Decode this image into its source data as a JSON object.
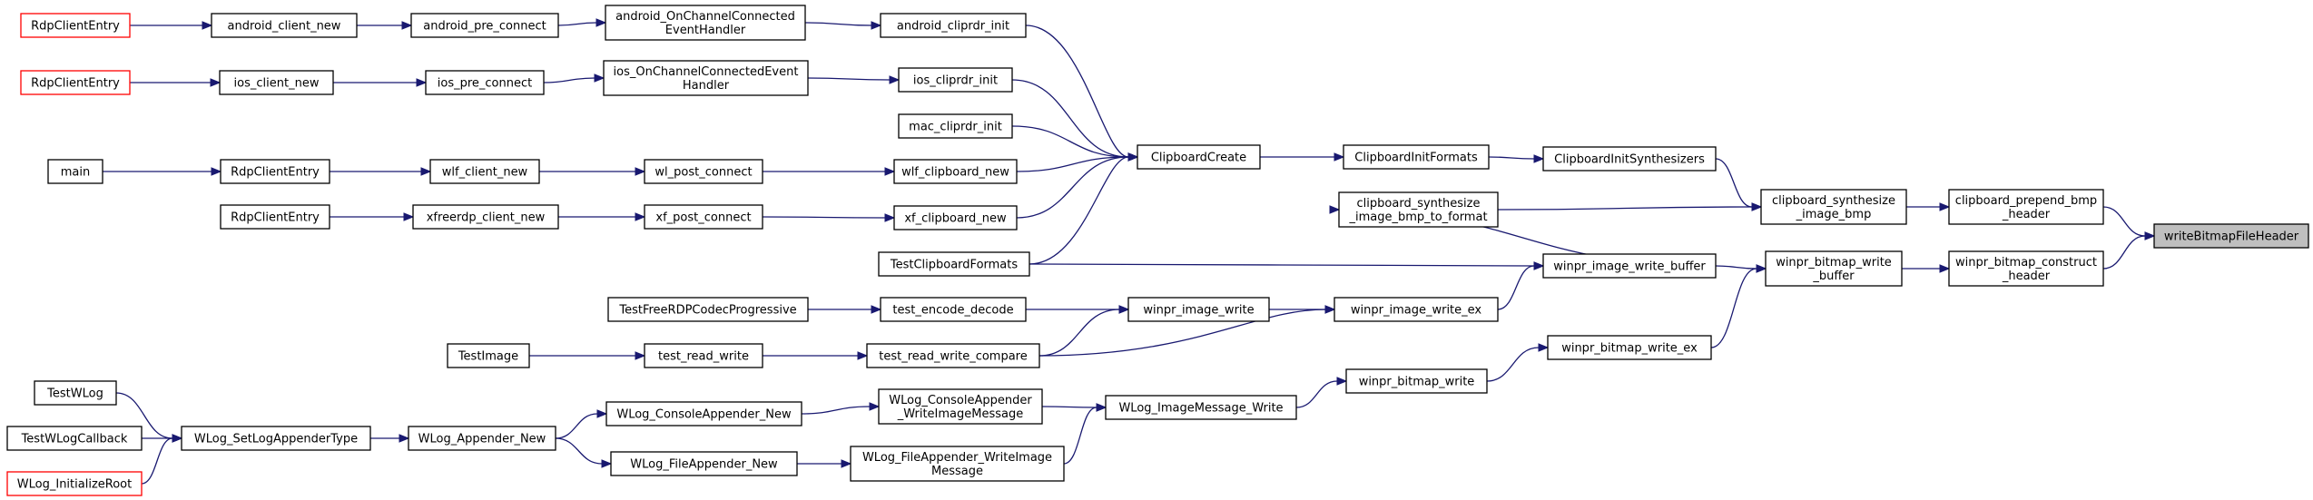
{
  "colors": {
    "edge": "#191970",
    "normal_border": "#000000",
    "truncated_border": "#ff0000",
    "highlight_fill": "#bfbfbf"
  },
  "nodes": {
    "rdpcliententry_1": {
      "lines": [
        "RdpClientEntry"
      ]
    },
    "android_client_new": {
      "lines": [
        "android_client_new"
      ]
    },
    "android_pre_connect": {
      "lines": [
        "android_pre_connect"
      ]
    },
    "android_onchannel": {
      "lines": [
        "android_OnChannelConnected",
        "EventHandler"
      ]
    },
    "android_cliprdr_init": {
      "lines": [
        "android_cliprdr_init"
      ]
    },
    "rdpcliententry_2": {
      "lines": [
        "RdpClientEntry"
      ]
    },
    "ios_client_new": {
      "lines": [
        "ios_client_new"
      ]
    },
    "ios_pre_connect": {
      "lines": [
        "ios_pre_connect"
      ]
    },
    "ios_onchannel": {
      "lines": [
        "ios_OnChannelConnectedEvent",
        "Handler"
      ]
    },
    "ios_cliprdr_init": {
      "lines": [
        "ios_cliprdr_init"
      ]
    },
    "mac_cliprdr_init": {
      "lines": [
        "mac_cliprdr_init"
      ]
    },
    "main": {
      "lines": [
        "main"
      ]
    },
    "rdpcliententry_3": {
      "lines": [
        "RdpClientEntry"
      ]
    },
    "wlf_client_new": {
      "lines": [
        "wlf_client_new"
      ]
    },
    "wl_post_connect": {
      "lines": [
        "wl_post_connect"
      ]
    },
    "wlf_clipboard_new": {
      "lines": [
        "wlf_clipboard_new"
      ]
    },
    "rdpcliententry_4": {
      "lines": [
        "RdpClientEntry"
      ]
    },
    "xfreerdp_client_new": {
      "lines": [
        "xfreerdp_client_new"
      ]
    },
    "xf_post_connect": {
      "lines": [
        "xf_post_connect"
      ]
    },
    "xf_clipboard_new": {
      "lines": [
        "xf_clipboard_new"
      ]
    },
    "testclipboardformats": {
      "lines": [
        "TestClipboardFormats"
      ]
    },
    "clipboardcreate": {
      "lines": [
        "ClipboardCreate"
      ]
    },
    "clipboardinitformats": {
      "lines": [
        "ClipboardInitFormats"
      ]
    },
    "clipboardinitsynthesizers": {
      "lines": [
        "ClipboardInitSynthesizers"
      ]
    },
    "clipboard_synth_to_format": {
      "lines": [
        "clipboard_synthesize",
        "_image_bmp_to_format"
      ]
    },
    "clipboard_synth_bmp": {
      "lines": [
        "clipboard_synthesize",
        "_image_bmp"
      ]
    },
    "clipboard_prepend_bmp_header": {
      "lines": [
        "clipboard_prepend_bmp",
        "_header"
      ]
    },
    "writebitmapfileheader": {
      "lines": [
        "writeBitmapFileHeader"
      ]
    },
    "winpr_image_write_buffer": {
      "lines": [
        "winpr_image_write_buffer"
      ]
    },
    "winpr_bitmap_write_buffer": {
      "lines": [
        "winpr_bitmap_write",
        "_buffer"
      ]
    },
    "winpr_bitmap_construct_header": {
      "lines": [
        "winpr_bitmap_construct",
        "_header"
      ]
    },
    "testfreerdpcodecprogressive": {
      "lines": [
        "TestFreeRDPCodecProgressive"
      ]
    },
    "test_encode_decode": {
      "lines": [
        "test_encode_decode"
      ]
    },
    "winpr_image_write": {
      "lines": [
        "winpr_image_write"
      ]
    },
    "winpr_image_write_ex": {
      "lines": [
        "winpr_image_write_ex"
      ]
    },
    "testimage": {
      "lines": [
        "TestImage"
      ]
    },
    "test_read_write": {
      "lines": [
        "test_read_write"
      ]
    },
    "test_read_write_compare": {
      "lines": [
        "test_read_write_compare"
      ]
    },
    "winpr_bitmap_write_ex": {
      "lines": [
        "winpr_bitmap_write_ex"
      ]
    },
    "winpr_bitmap_write": {
      "lines": [
        "winpr_bitmap_write"
      ]
    },
    "testwlog": {
      "lines": [
        "TestWLog"
      ]
    },
    "testwlogcallback": {
      "lines": [
        "TestWLogCallback"
      ]
    },
    "wlog_initializeroot": {
      "lines": [
        "WLog_InitializeRoot"
      ]
    },
    "wlog_setlogappendertype": {
      "lines": [
        "WLog_SetLogAppenderType"
      ]
    },
    "wlog_appender_new": {
      "lines": [
        "WLog_Appender_New"
      ]
    },
    "wlog_consoleappender_new": {
      "lines": [
        "WLog_ConsoleAppender_New"
      ]
    },
    "wlog_fileappender_new": {
      "lines": [
        "WLog_FileAppender_New"
      ]
    },
    "wlog_console_writeimage": {
      "lines": [
        "WLog_ConsoleAppender",
        "_WriteImageMessage"
      ]
    },
    "wlog_file_writeimage": {
      "lines": [
        "WLog_FileAppender_WriteImage",
        "Message"
      ]
    },
    "wlog_imagemessage_write": {
      "lines": [
        "WLog_ImageMessage_Write"
      ]
    }
  }
}
